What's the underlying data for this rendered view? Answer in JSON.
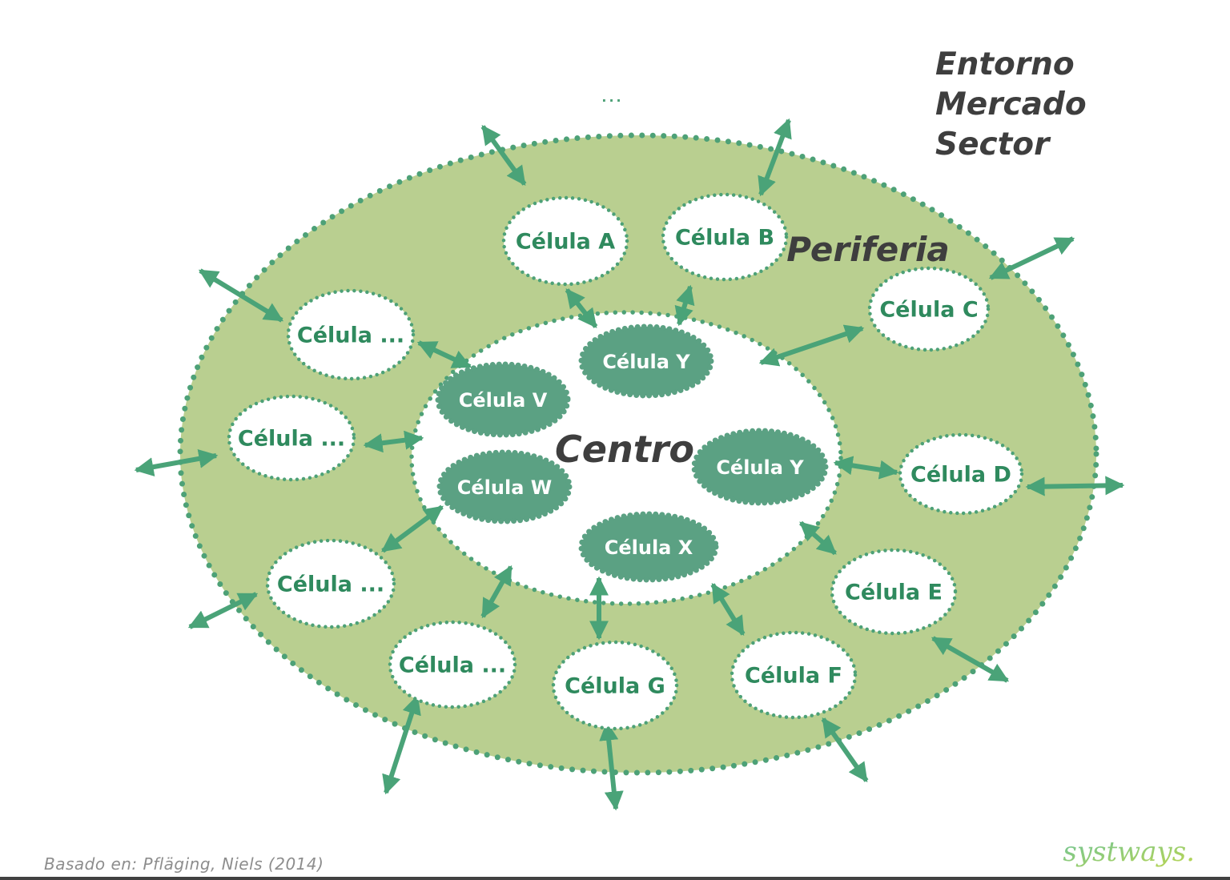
{
  "heading": {
    "lines": [
      "Entorno",
      "Mercado",
      "Sector"
    ]
  },
  "regions": {
    "periphery_label": "Periferia",
    "center_label": "Centro",
    "top_ellipsis": "..."
  },
  "cells": {
    "periphery": [
      {
        "id": "a",
        "label": "Célula A"
      },
      {
        "id": "b",
        "label": "Célula B"
      },
      {
        "id": "c",
        "label": "Célula C"
      },
      {
        "id": "d",
        "label": "Célula D"
      },
      {
        "id": "e",
        "label": "Célula E"
      },
      {
        "id": "f",
        "label": "Célula F"
      },
      {
        "id": "g",
        "label": "Célula G"
      },
      {
        "id": "ellipsis-bottom",
        "label": "Célula ..."
      },
      {
        "id": "ellipsis-left-lower",
        "label": "Célula ..."
      },
      {
        "id": "ellipsis-left-mid",
        "label": "Célula ..."
      },
      {
        "id": "ellipsis-left-upper",
        "label": "Célula ..."
      }
    ],
    "center": [
      {
        "id": "y-top",
        "label": "Célula Y"
      },
      {
        "id": "v",
        "label": "Célula V"
      },
      {
        "id": "w",
        "label": "Célula W"
      },
      {
        "id": "y-right",
        "label": "Célula Y"
      },
      {
        "id": "x",
        "label": "Célula X"
      }
    ]
  },
  "footer": {
    "attribution": "Basado en: Pfläging, Niels (2014)",
    "logo": "systways."
  },
  "colors": {
    "outer_fill": "#b9cf90",
    "dot": "#4da177",
    "arrow": "#4aa378",
    "cell_dark": "#5ba183",
    "cell_text": "#2f8a5e",
    "heading": "#3e3e3e",
    "muted": "#8d8d8d",
    "logo_a": "#6ec49a",
    "logo_b": "#bcd64f",
    "bottom_line": "#414141"
  }
}
